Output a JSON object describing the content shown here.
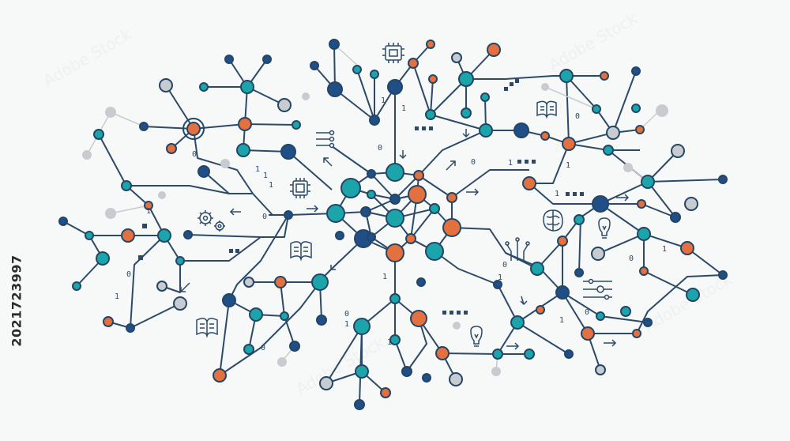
{
  "image": {
    "stock_id": "2021723997",
    "watermark_text": "Adobe Stock"
  },
  "colors": {
    "background": "#f7f8f8",
    "line": "#2c4a68",
    "teal": "#1ba5ab",
    "navy": "#1f4f86",
    "orange": "#e3703f",
    "gray": "#c8ccd0",
    "node_stroke": "#234566"
  },
  "glyphs": {
    "zero": "0",
    "one": "1"
  },
  "icons": [
    "chip-icon",
    "book-icon",
    "gear-icon",
    "brain-icon",
    "lightbulb-icon",
    "slider-icon",
    "arrow-icon"
  ]
}
